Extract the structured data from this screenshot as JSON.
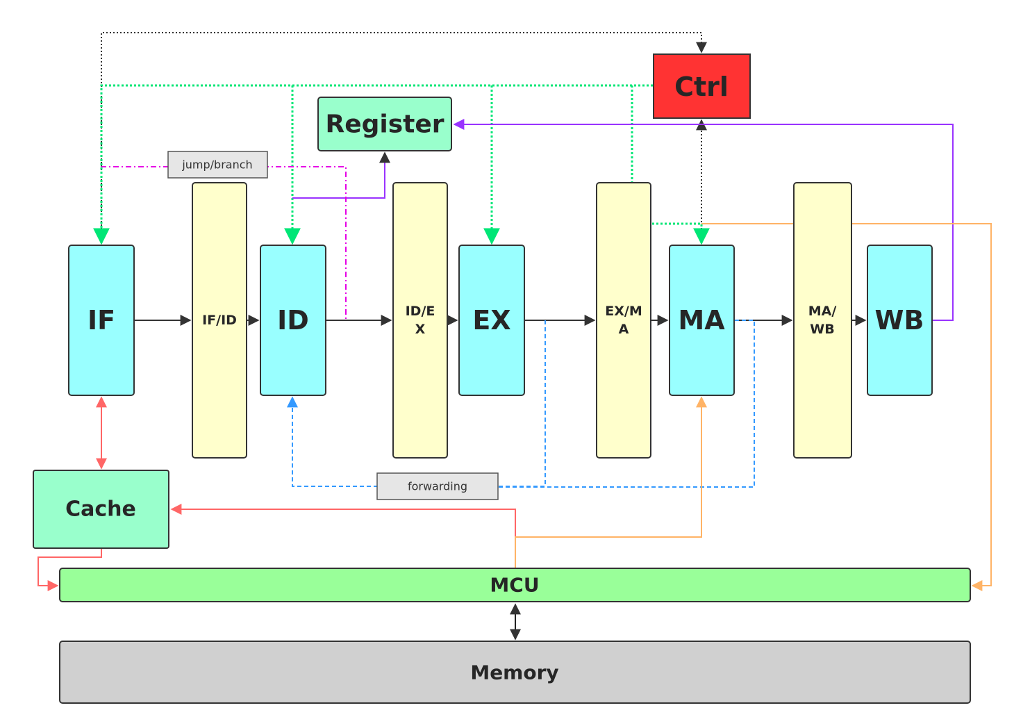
{
  "colors": {
    "stage": "#99ffff",
    "latch": "#ffffcc",
    "green_box": "#99ffcc",
    "ctrl": "#ff3333",
    "mcu": "#99ff99",
    "memory": "#d0d0d0",
    "tag": "#e6e6e6",
    "ctrl_line": "#00e676",
    "register_line": "#9933ff",
    "jump_line": "#e600e6",
    "forward_line": "#3399ff",
    "cache_line": "#ff6666",
    "mem_line": "#ffb366",
    "plain_line": "#333333"
  },
  "blocks": {
    "if": "IF",
    "if_id": "IF/ID",
    "id": "ID",
    "id_ex": [
      "ID/E",
      "X"
    ],
    "ex": "EX",
    "ex_ma": [
      "EX/M",
      "A"
    ],
    "ma": "MA",
    "ma_wb": [
      "MA/",
      "WB"
    ],
    "wb": "WB",
    "ctrl": "Ctrl",
    "register": "Register",
    "cache": "Cache",
    "mcu": "MCU",
    "memory": "Memory"
  },
  "tags": {
    "jump_branch": "jump/branch",
    "forwarding": "forwarding"
  }
}
